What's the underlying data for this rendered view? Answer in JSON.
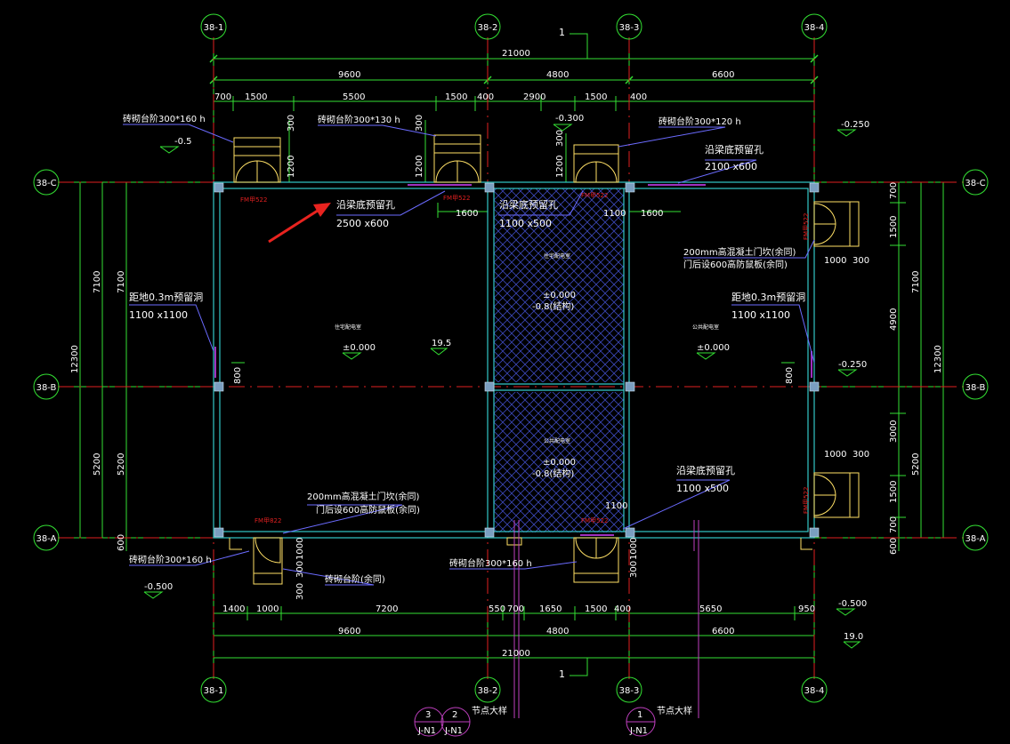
{
  "axes": {
    "top": [
      "38-1",
      "38-2",
      "38-3",
      "38-4"
    ],
    "bottom": [
      "38-1",
      "38-2",
      "38-3",
      "38-4"
    ],
    "left": [
      "38-C",
      "38-B",
      "38-A"
    ],
    "right": [
      "38-C",
      "38-B",
      "38-A"
    ]
  },
  "dims": {
    "total_top": "21000",
    "seg_top": [
      "9600",
      "4800",
      "6600"
    ],
    "detail_top": [
      "700",
      "1500",
      "5500",
      "1500",
      "400",
      "2900",
      "1500",
      "400"
    ],
    "total_bottom": "21000",
    "seg_bottom": [
      "9600",
      "4800",
      "6600"
    ],
    "detail_bottom": [
      "1400",
      "1000",
      "7200",
      "550",
      "700",
      "1650",
      "1500",
      "400",
      "5650",
      "950"
    ],
    "left_total": "12300",
    "left_seg": [
      "7100",
      "5200"
    ],
    "left_inner": [
      "7100",
      "5200",
      "600"
    ],
    "right_total": "12300",
    "right_seg": [
      "7100",
      "5200"
    ],
    "right_inner": [
      "700",
      "1500",
      "4900",
      "3000",
      "1500",
      "700",
      "600"
    ],
    "misc": [
      "1200",
      "300",
      "1200",
      "300",
      "300",
      "1200",
      "1600",
      "1100",
      "1600",
      "800",
      "800",
      "1000",
      "300",
      "1000",
      "300",
      "1100",
      "300",
      "1000",
      "300",
      "1000",
      "300"
    ]
  },
  "section_marks": [
    "1",
    "1"
  ],
  "elevations": {
    "e1": "-0.5",
    "e2": "-0.300",
    "e3": "-0.250",
    "e4": "±0.000",
    "e5": "19.5",
    "e6": "±0.000",
    "e7": "-0.250",
    "e8": "-0.500",
    "e9": "-0.500",
    "e10": "19.0"
  },
  "labels": {
    "l1": "砖砌台阶300*160 h",
    "l2": "砖砌台阶300*130 h",
    "l3": "砖砌台阶300*120 h",
    "l4": "沿梁底预留孔",
    "l4b": "2100 x600",
    "l5": "沿梁底预留孔",
    "l5b": "2500 x600",
    "l6": "沿梁底预留孔",
    "l6b": "1100 x500",
    "l7": "距地0.3m预留洞",
    "l7b": "1100 x1100",
    "l8": "距地0.3m预留洞",
    "l8b": "1100 x1100",
    "l9": "200mm高混凝土门坎(余同)",
    "l9b": "门后设600高防鼠板(余同)",
    "l10": "200mm高混凝土门坎(余同)",
    "l10b": "门后设600高防鼠板(余同)",
    "l11": "沿梁底预留孔",
    "l11b": "1100 x500",
    "l12": "砖砌台阶300*160 h",
    "l13": "砖砌台阶(余同)",
    "l14": "砖砌台阶300*160 h",
    "center1": "±0.000",
    "center1b": "-0.8(结构)",
    "center2": "±0.000",
    "center2b": "-0.8(结构)"
  },
  "door_tags": [
    "FM甲522",
    "FM甲522",
    "FM甲522",
    "FM甲522",
    "FM甲822",
    "FM甲522",
    "FM甲522"
  ],
  "room_names": [
    "住宅配电室",
    "住宅配电室",
    "公共配电室",
    "公共配电室"
  ],
  "callouts": [
    {
      "num": "3",
      "ref": "J-N1"
    },
    {
      "num": "2",
      "ref": "J-N1"
    },
    {
      "num": "1",
      "ref": "J-N1"
    }
  ],
  "callout_text": [
    "节点大样",
    "节点大样"
  ],
  "colors": {
    "background": "#000000",
    "wall": "#33c8c8",
    "grid": "#e02020",
    "dim": "#33e033",
    "door": "#ffe066",
    "leader": "#6b6bff",
    "hatch": "#3b48b8",
    "opening": "#a030c0",
    "column": "#7a9ec0"
  }
}
